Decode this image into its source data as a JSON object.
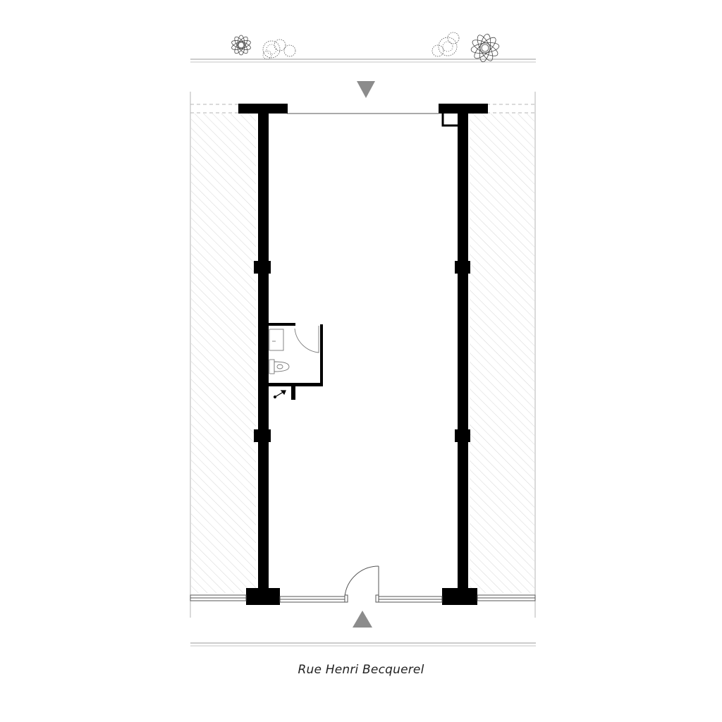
{
  "street": {
    "name": "Rue Henri Becquerel"
  },
  "colors": {
    "wall": "#000000",
    "hatch": "#d8d8d8",
    "arrow": "#8c8c8c",
    "line": "#9a9a9a",
    "background": "#ffffff"
  },
  "icons": {
    "top_arrow": "triangle-down",
    "bottom_arrow": "triangle-up",
    "plants": "plant-symbol",
    "sink": "sink-symbol",
    "toilet": "toilet-symbol",
    "stair": "diagonal-arrow"
  }
}
